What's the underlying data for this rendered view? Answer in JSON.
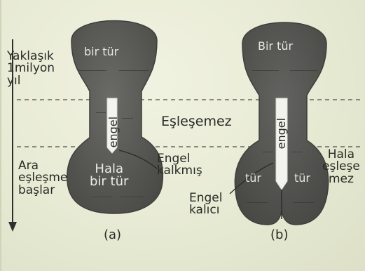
{
  "figure": {
    "time_axis_label": [
      "Yaklaşık",
      "1milyon",
      "yıl"
    ],
    "middle_zone_label": "Eşleşemez",
    "left_lower_label": [
      "Ara",
      "eşleşme",
      "başlar"
    ],
    "right_lower_label": [
      "Hala",
      "eşleşe",
      "mez"
    ],
    "panel_a": {
      "top_label": "bir tür",
      "barrier_label": "engel",
      "barrier_note": [
        "Engel",
        "kalkmış"
      ],
      "bottom_label": [
        "Hala",
        "bir tür"
      ],
      "caption": "(a)"
    },
    "panel_b": {
      "top_label": "Bir tür",
      "barrier_label": "engel",
      "barrier_note": [
        "Engel",
        "kalıcı"
      ],
      "bottom_left_label": "tür",
      "bottom_right_label": "tür",
      "caption": "(b)"
    }
  },
  "colors": {
    "background": "#e9ecd9",
    "shape_fill": "#5b5b57",
    "shape_edge": "#3e3e3b",
    "barrier_fill": "#f4f4ef",
    "text": "#2a2a26"
  }
}
